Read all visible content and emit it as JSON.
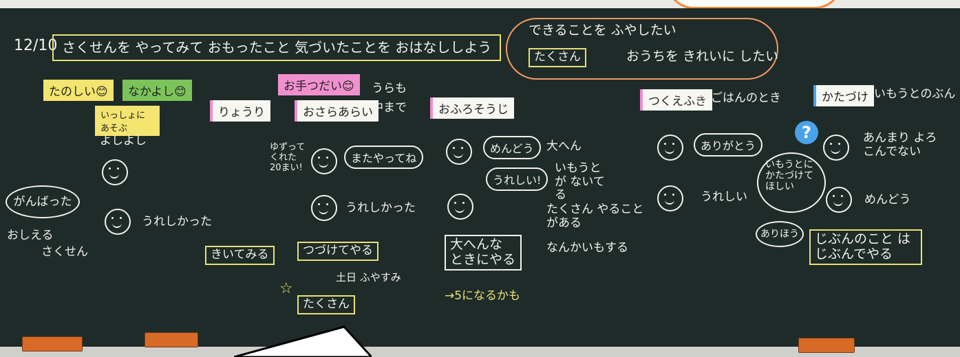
{
  "date": "12/10",
  "title": "さくせんを やってみて おもったこと 気づいたことを おはなししよう",
  "cloud_top": {
    "line1": "できることを ふやしたい",
    "tag": "たくさん",
    "line2": "おうちを きれいに したい"
  },
  "cards": {
    "tanoshii": "たのしい😊",
    "nakayoshi": "なかよし😊",
    "issho": "いっしょに あそぶ",
    "ryouri": "りょうり",
    "otetsudai": "お手つだい😊",
    "osara": "おさらあらい",
    "ofuro": "おふろそうじ",
    "tsukue": "つくえふき",
    "katazuke": "かたづけ"
  },
  "chalk": {
    "yoshiyoshi": "よしよし",
    "ureshikatta1": "うれしかった",
    "ganbatta": "がんばった",
    "oshieru": "おしえる",
    "sakusen": "さくせん",
    "uramo": "うらも",
    "nakamade": "中まで",
    "yuzutte": "ゆずって くれた 20まい!",
    "mata": "またやってね",
    "ureshikatta2": "うれしかった",
    "kiitemiru": "きいてみる",
    "tsuzukete": "つづけてやる",
    "doyou": "土日 ふやすみ",
    "star": "☆",
    "takusan": "たくさん",
    "mendou1": "めんどう",
    "taihen": "大へん",
    "ureshii1": "うれしい!",
    "imouto": "いもうとが ないてる",
    "takusan_yaru": "たくさん やることがある",
    "nanka": "なんかいもする",
    "taihen_na": "大へんな ときにやる",
    "five": "→5になるかも",
    "yuuhan": "夕ごはんのとき",
    "imouto_bun": "いもうとのぶん",
    "arigatou": "ありがとう",
    "ureshii2": "うれしい",
    "anmari": "あんまり よろこんでない",
    "hoshii": "いもうとに かたづけて ほしい",
    "arihou": "ありほう",
    "mendou2": "めんどう",
    "jibun": "じぶんのこと はじぶんでやる"
  },
  "colors": {
    "board": "#1f2b28",
    "chalk": "#f2f2ec",
    "yellow": "#f4e470",
    "green": "#7cc45a",
    "pink": "#f190cf",
    "blue": "#4aa3e8",
    "orange": "#d86a28"
  }
}
